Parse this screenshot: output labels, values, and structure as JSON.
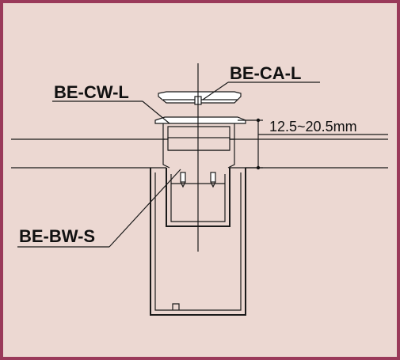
{
  "labels": {
    "cw": "BE-CW-L",
    "ca": "BE-CA-L",
    "bw": "BE-BW-S",
    "dimension": "12.5~20.5mm"
  },
  "colors": {
    "border": "#9a3a5a",
    "background": "#ecd8d2",
    "line": "#1a1a1a"
  }
}
